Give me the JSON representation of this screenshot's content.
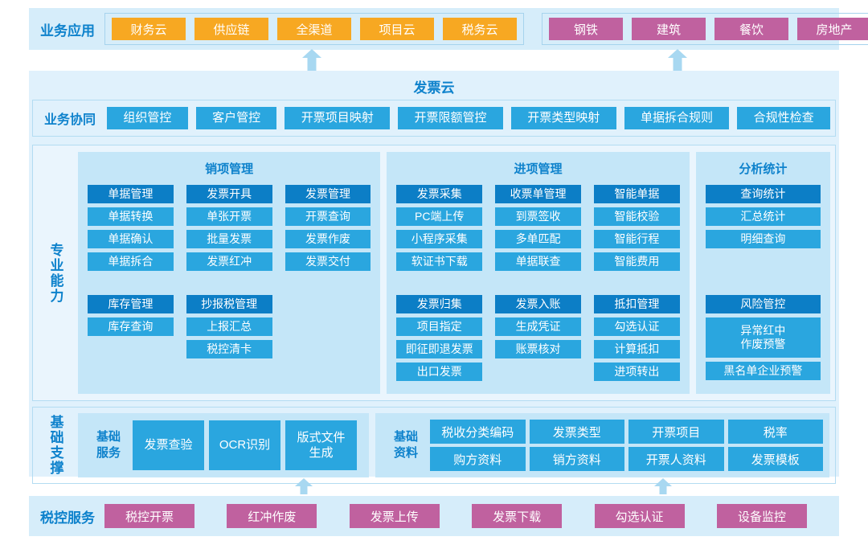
{
  "colors": {
    "band_bg": "#d6edfa",
    "panel_bg": "#e0f1fc",
    "box_bg": "#eaf5fd",
    "column_bg": "#c4e6f8",
    "border": "#b3dcf2",
    "dark_button": "#0c7ec6",
    "light_button": "#2aa6df",
    "orange_button": "#f7a822",
    "pink_button": "#c0619f",
    "label_text": "#0e82cc",
    "arrow": "#a8d8f1"
  },
  "icons": {
    "sync_arrow": "double-vertical-arrow",
    "up_arrow": "up-arrow"
  },
  "business_apps": {
    "label": "业务应用",
    "cloud_products": [
      "财务云",
      "供应链",
      "全渠道",
      "项目云",
      "税务云"
    ],
    "industries": [
      "钢铁",
      "建筑",
      "餐饮",
      "房地产"
    ]
  },
  "invoice_cloud": {
    "title": "发票云",
    "collaboration": {
      "label": "业务协同",
      "items": [
        "组织管控",
        "客户管控",
        "开票项目映射",
        "开票限额管控",
        "开票类型映射",
        "单据拆合规则",
        "合规性检查"
      ]
    },
    "capability": {
      "label": "专业能力",
      "columns": [
        {
          "title": "销项管理",
          "groups": [
            [
              [
                {
                  "t": "单据管理",
                  "s": "dark"
                },
                {
                  "t": "发票开具",
                  "s": "dark"
                },
                {
                  "t": "发票管理",
                  "s": "dark"
                }
              ],
              [
                {
                  "t": "单据转换",
                  "s": "light"
                },
                {
                  "t": "单张开票",
                  "s": "light"
                },
                {
                  "t": "开票查询",
                  "s": "light"
                }
              ],
              [
                {
                  "t": "单据确认",
                  "s": "light"
                },
                {
                  "t": "批量发票",
                  "s": "light"
                },
                {
                  "t": "发票作废",
                  "s": "light"
                }
              ],
              [
                {
                  "t": "单据拆合",
                  "s": "light"
                },
                {
                  "t": "发票红冲",
                  "s": "light"
                },
                {
                  "t": "发票交付",
                  "s": "light"
                }
              ]
            ],
            [
              [
                {
                  "t": "库存管理",
                  "s": "dark"
                },
                {
                  "t": "抄报税管理",
                  "s": "dark"
                },
                {
                  "s": "empty"
                }
              ],
              [
                {
                  "t": "库存查询",
                  "s": "light"
                },
                {
                  "t": "上报汇总",
                  "s": "light"
                },
                {
                  "s": "empty"
                }
              ],
              [
                {
                  "s": "empty"
                },
                {
                  "t": "税控清卡",
                  "s": "light"
                },
                {
                  "s": "empty"
                }
              ]
            ]
          ]
        },
        {
          "title": "进项管理",
          "groups": [
            [
              [
                {
                  "t": "发票采集",
                  "s": "dark"
                },
                {
                  "t": "收票单管理",
                  "s": "dark"
                },
                {
                  "t": "智能单据",
                  "s": "dark"
                }
              ],
              [
                {
                  "t": "PC端上传",
                  "s": "light"
                },
                {
                  "t": "到票签收",
                  "s": "light"
                },
                {
                  "t": "智能校验",
                  "s": "light"
                }
              ],
              [
                {
                  "t": "小程序采集",
                  "s": "light"
                },
                {
                  "t": "多单匹配",
                  "s": "light"
                },
                {
                  "t": "智能行程",
                  "s": "light"
                }
              ],
              [
                {
                  "t": "软证书下载",
                  "s": "light"
                },
                {
                  "t": "单据联查",
                  "s": "light"
                },
                {
                  "t": "智能费用",
                  "s": "light"
                }
              ]
            ],
            [
              [
                {
                  "t": "发票归集",
                  "s": "dark"
                },
                {
                  "t": "发票入账",
                  "s": "dark"
                },
                {
                  "t": "抵扣管理",
                  "s": "dark"
                }
              ],
              [
                {
                  "t": "项目指定",
                  "s": "light"
                },
                {
                  "t": "生成凭证",
                  "s": "light"
                },
                {
                  "t": "勾选认证",
                  "s": "light"
                }
              ],
              [
                {
                  "t": "即征即退发票",
                  "s": "light"
                },
                {
                  "t": "账票核对",
                  "s": "light"
                },
                {
                  "t": "计算抵扣",
                  "s": "light"
                }
              ],
              [
                {
                  "t": "出口发票",
                  "s": "light"
                },
                {
                  "s": "empty"
                },
                {
                  "t": "进项转出",
                  "s": "light"
                }
              ]
            ]
          ]
        },
        {
          "title": "分析统计",
          "groups": [
            [
              [
                {
                  "t": "查询统计",
                  "s": "dark"
                }
              ],
              [
                {
                  "t": "汇总统计",
                  "s": "light"
                }
              ],
              [
                {
                  "t": "明细查询",
                  "s": "light"
                }
              ]
            ],
            [
              [
                {
                  "t": "风险管控",
                  "s": "dark"
                }
              ],
              [
                {
                  "t": "异常红中\n作废预警",
                  "s": "light",
                  "tall": true
                }
              ],
              [
                {
                  "t": "黑名单企业预警",
                  "s": "light"
                }
              ]
            ]
          ]
        }
      ]
    },
    "support": {
      "label": "基础支撑",
      "service": {
        "label": "基础\n服务",
        "items": [
          "发票查验",
          "OCR识别",
          "版式文件\n生成"
        ]
      },
      "master_data": {
        "label": "基础\n资料",
        "items": [
          "税收分类编码",
          "发票类型",
          "开票项目",
          "税率",
          "购方资料",
          "销方资料",
          "开票人资料",
          "发票模板"
        ]
      }
    }
  },
  "tax_control": {
    "label": "税控服务",
    "items": [
      "税控开票",
      "红冲作废",
      "发票上传",
      "发票下载",
      "勾选认证",
      "设备监控"
    ]
  }
}
